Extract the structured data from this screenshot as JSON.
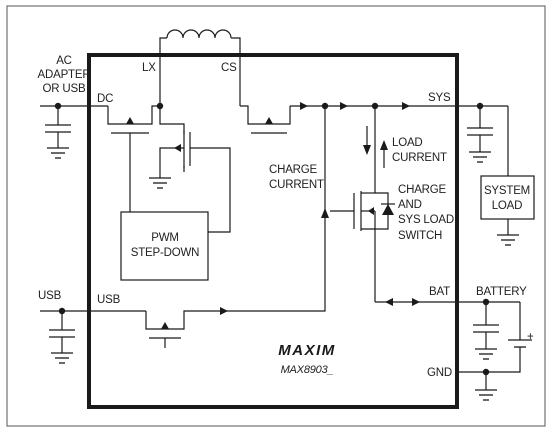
{
  "labels": {
    "ac_adapter": [
      "AC",
      "ADAPTER",
      "OR USB"
    ],
    "dc": "DC",
    "lx": "LX",
    "cs": "CS",
    "sys": "SYS",
    "charge_current": [
      "CHARGE",
      "CURRENT"
    ],
    "load_current": [
      "LOAD",
      "CURRENT"
    ],
    "switch": [
      "CHARGE",
      "AND",
      "SYS LOAD",
      "SWITCH"
    ],
    "pwm": [
      "PWM",
      "STEP-DOWN"
    ],
    "system_load": [
      "SYSTEM",
      "LOAD"
    ],
    "usb_ext": "USB",
    "usb_pin": "USB",
    "bat": "BAT",
    "battery": "BATTERY",
    "gnd": "GND",
    "logo": "MAXIM",
    "part": "MAX8903_",
    "battery_plus": "+"
  }
}
